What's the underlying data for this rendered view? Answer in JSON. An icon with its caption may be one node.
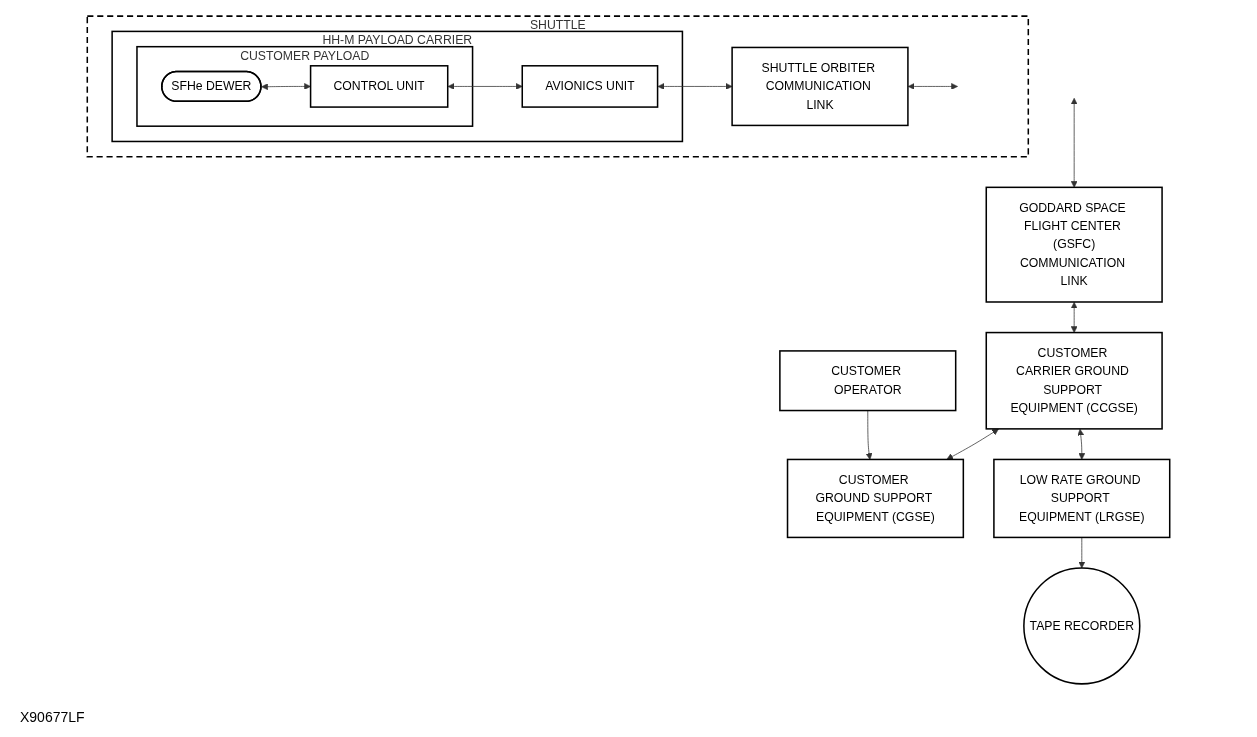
{
  "diagram": {
    "nodes": [
      {
        "text": [
          "SHUTTLE"
        ]
      },
      {
        "text": [
          "HH-M PAYLOAD CARRIER"
        ],
        "in": 0
      },
      {
        "text": [
          "CUSTOMER PAYLOAD"
        ],
        "in": 1
      },
      {
        "text": [
          "SFHe DEWER"
        ],
        "in": 2
      },
      {
        "text": [
          "CONTROL UNIT"
        ],
        "in": 2
      },
      {
        "text": [
          "AVIONICS UNIT"
        ],
        "in": 1
      },
      {
        "text": [
          "SHUTTLE ORBITER COMMUNICATION LINK"
        ],
        "in": 0
      },
      {
        "text": [
          "GODDARD SPACE FLIGHT CENTER (GSFC)",
          "COMMUNICATION LINK"
        ]
      },
      {
        "text": [
          "CUSTOMER CARRIER GROUND SUPPORT EQUIPMENT (CCGSE)"
        ]
      },
      {
        "text": [
          "CUSTOMER GROUND SUPPORT EQUIPMENT (CGSE)"
        ]
      },
      {
        "text": [
          "CUSTOMER OPERATOR"
        ]
      },
      {
        "text": [
          "LOW RATE GROUND SUPPORT EQUIPMENT (LRGSE)"
        ]
      },
      {
        "text": [
          "TAPE RECORDER"
        ]
      }
    ],
    "edges": [
      {
        "from": 3,
        "to": 4,
        "arrow": "both"
      },
      {
        "from": 4,
        "to": 5,
        "arrow": "both"
      },
      {
        "from": 5,
        "to": 6,
        "arrow": "both"
      },
      {
        "from": null,
        "to": 6,
        "arrow": "both"
      },
      {
        "from": null,
        "to": 7,
        "arrow": "both"
      },
      {
        "from": 7,
        "to": 8,
        "arrow": "both"
      },
      {
        "from": 8,
        "to": 9,
        "arrow": "both"
      },
      {
        "from": 10,
        "to": 9,
        "arrow": "to"
      },
      {
        "from": 8,
        "to": 11,
        "arrow": "both"
      },
      {
        "from": 11,
        "to": 12,
        "arrow": "to"
      }
    ],
    "labels": [
      "X90677LF"
    ]
  }
}
